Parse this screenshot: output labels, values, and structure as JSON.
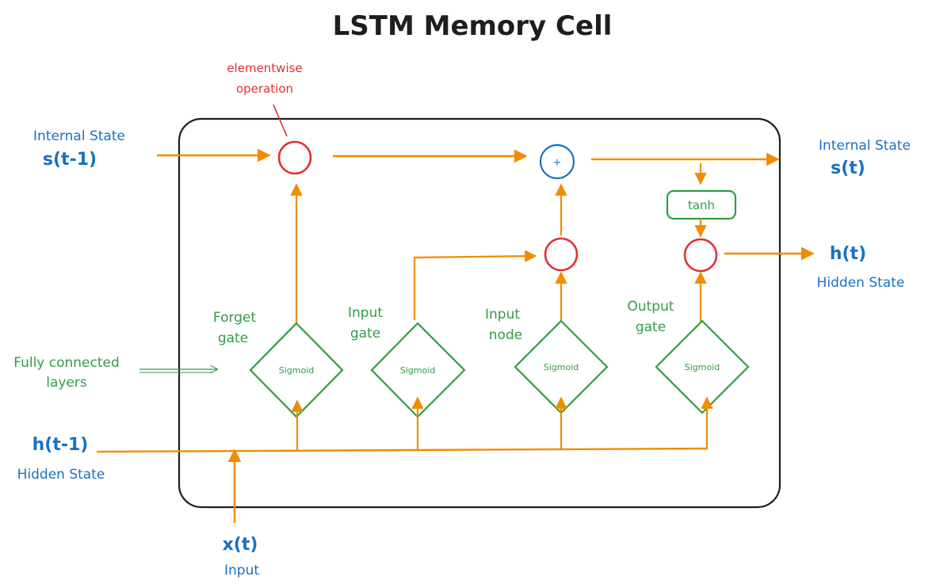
{
  "title": "LSTM Memory Cell",
  "annotation": {
    "line1": "elementwise",
    "line2": "operation"
  },
  "labels": {
    "internal_state_in": "Internal State",
    "internal_state_in_var": "s(t-1)",
    "internal_state_out": "Internal State",
    "internal_state_out_var": "s(t)",
    "hidden_state_out_var": "h(t)",
    "hidden_state_out": "Hidden State",
    "hidden_state_in_var": "h(t-1)",
    "hidden_state_in": "Hidden State",
    "input_var": "x(t)",
    "input": "Input",
    "fc_line1": "Fully connected",
    "fc_line2": "layers"
  },
  "gates": [
    {
      "line1": "Forget",
      "line2": "gate",
      "node": "Sigmoid"
    },
    {
      "line1": "Input",
      "line2": "gate",
      "node": "Sigmoid"
    },
    {
      "line1": "Input",
      "line2": "node",
      "node": "Sigmoid"
    },
    {
      "line1": "Output",
      "line2": "gate",
      "node": "Sigmoid"
    }
  ],
  "plus_symbol": "+",
  "tanh": "tanh",
  "colors": {
    "orange": "#f08c00",
    "red": "#e03131",
    "blue": "#1971c2",
    "green": "#2f9e44",
    "black": "#1e1e1e"
  }
}
